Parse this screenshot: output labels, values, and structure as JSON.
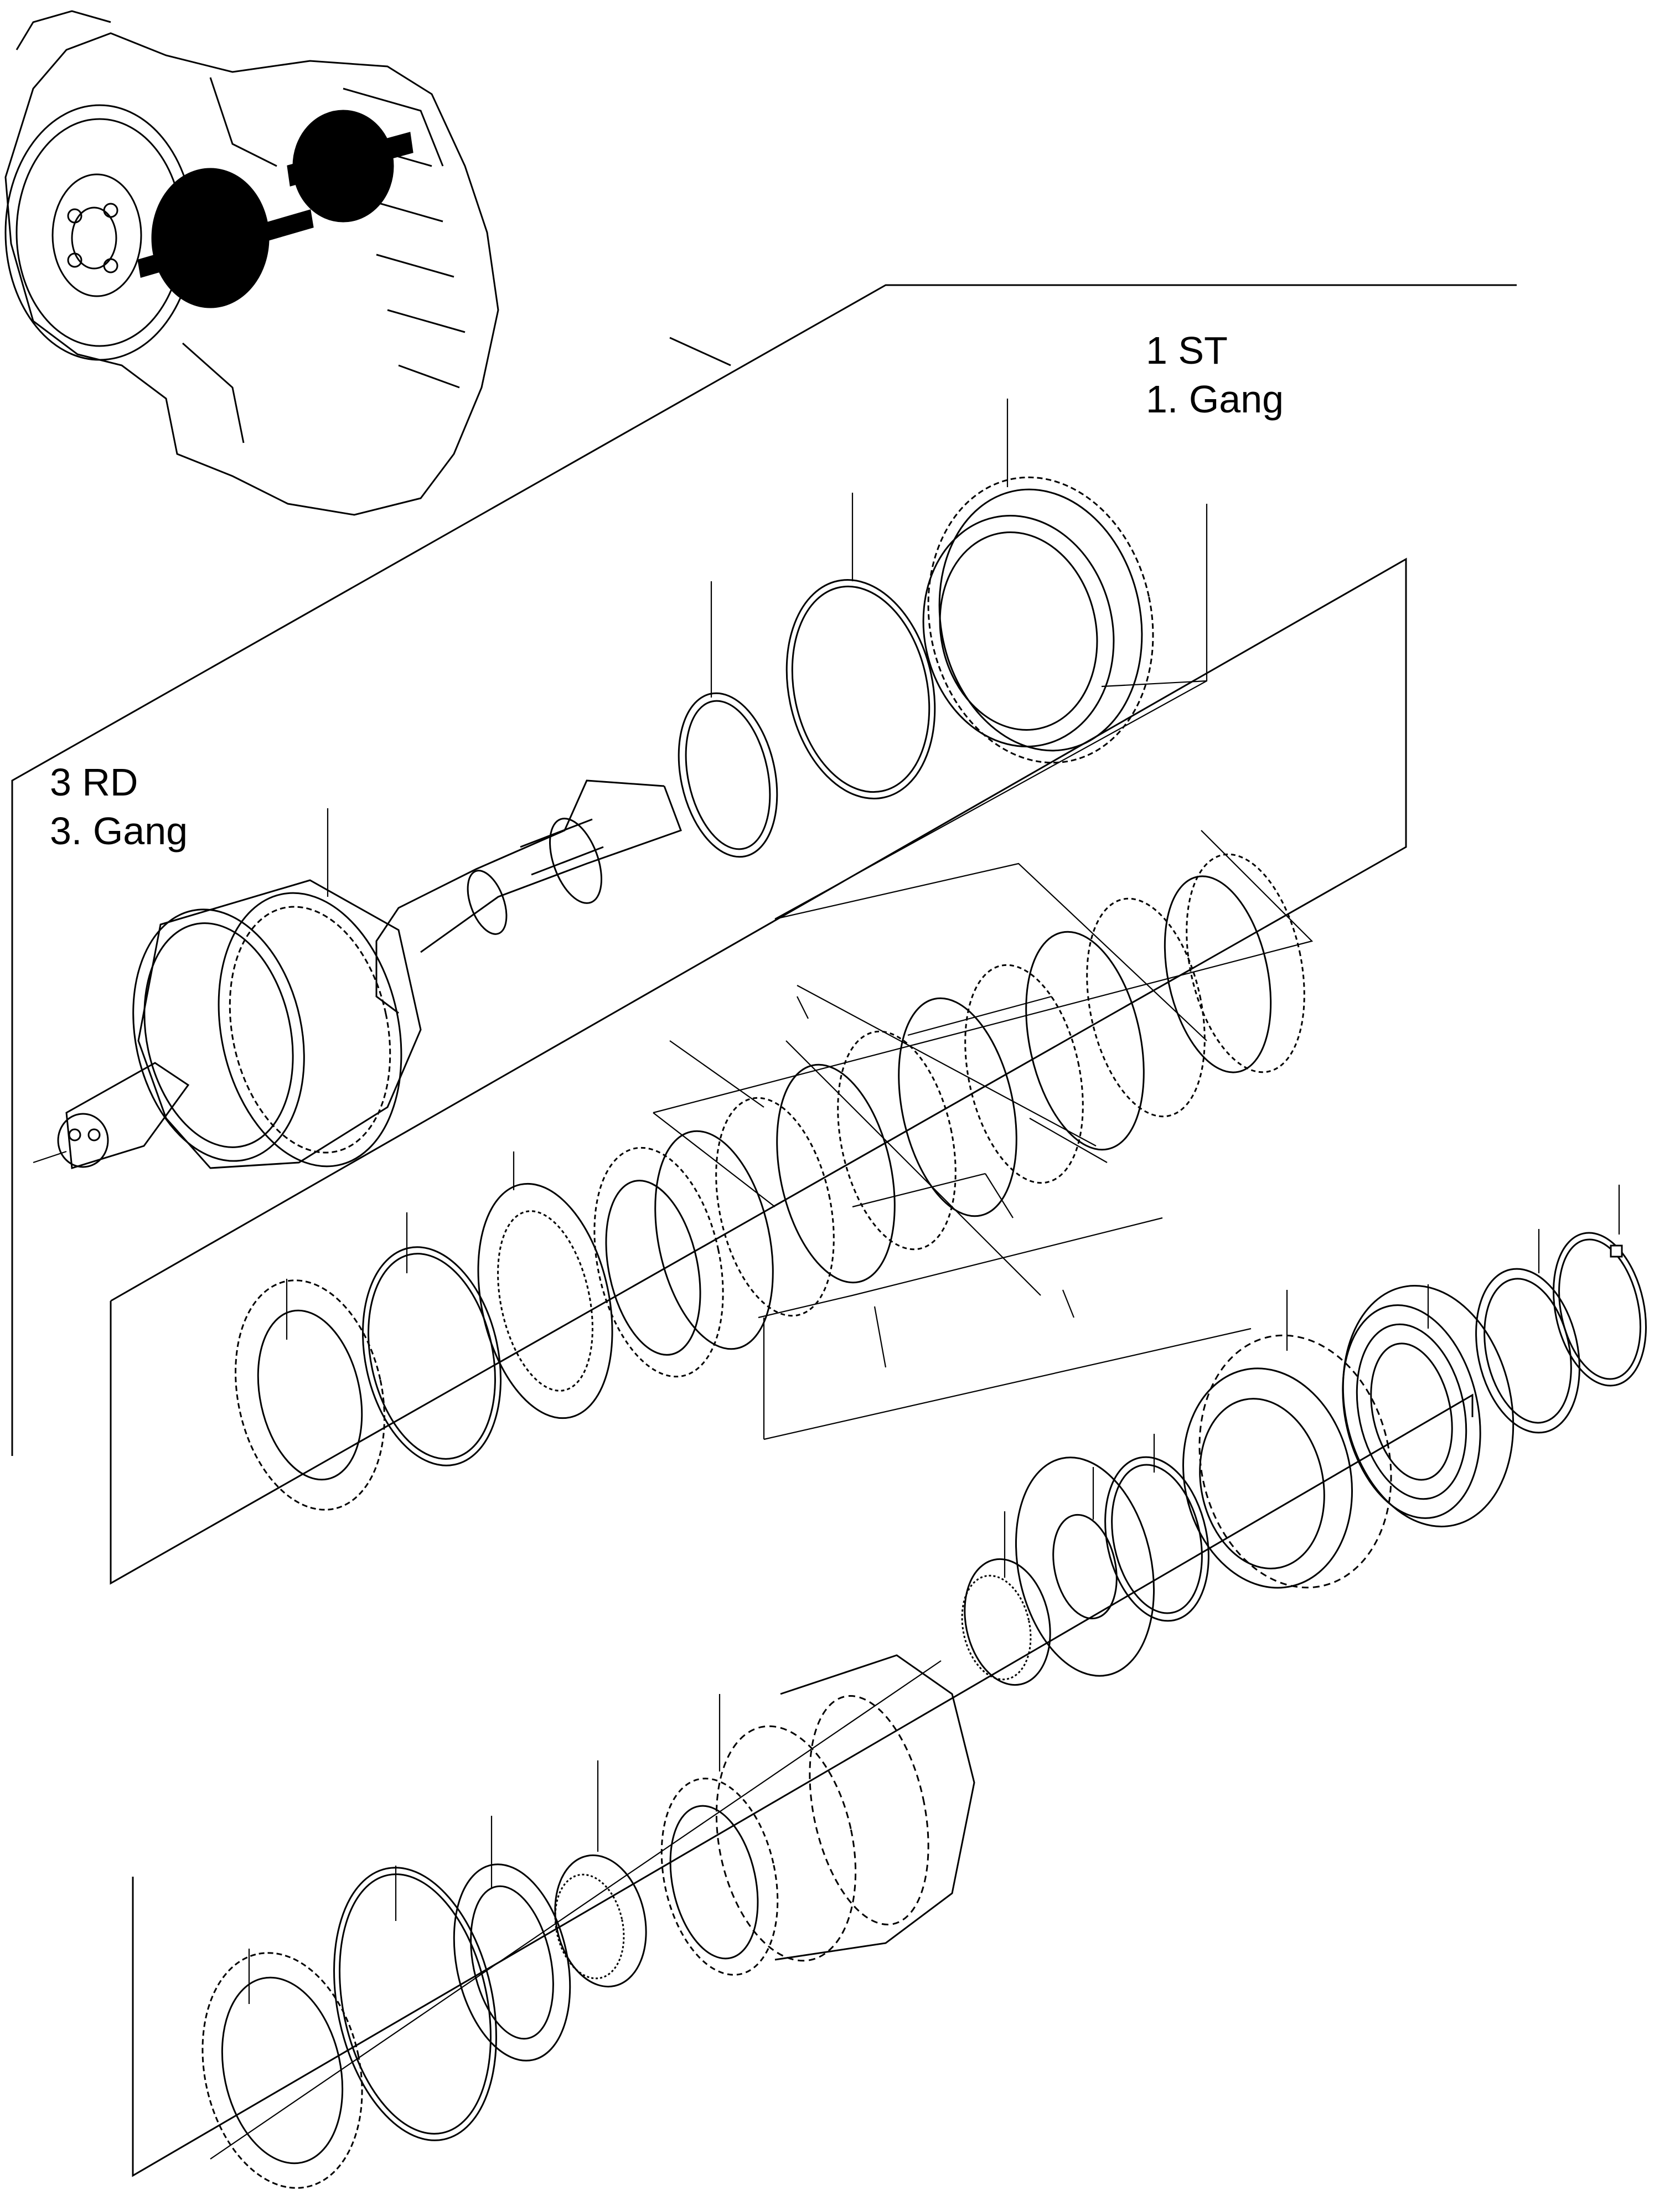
{
  "labels": {
    "first_gear": {
      "line1": "1 ST",
      "line2": "1. Gang"
    },
    "third_gear": {
      "line1": "3  RD",
      "line2": "3. Gang"
    }
  },
  "colors": {
    "line": "#000000",
    "background": "#ffffff"
  }
}
